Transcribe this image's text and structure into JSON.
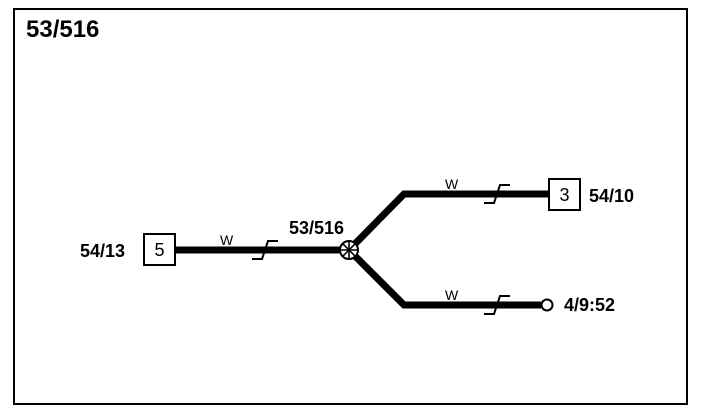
{
  "diagram": {
    "title": "53/516",
    "splice_label": "53/516",
    "wires": [
      {
        "color_code": "W"
      },
      {
        "color_code": "W"
      },
      {
        "color_code": "W"
      }
    ],
    "left_connector": {
      "pin": "5",
      "label": "54/13"
    },
    "upper_connector": {
      "pin": "3",
      "label": "54/10"
    },
    "lower_terminal": {
      "label": "4/9:52"
    }
  }
}
